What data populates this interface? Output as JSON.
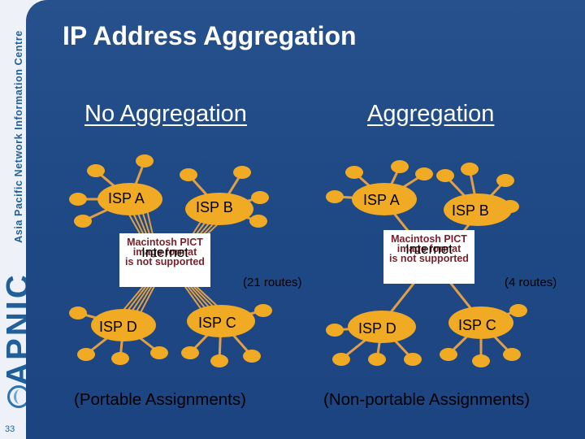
{
  "sidebar": {
    "org_name": "Asia Pacific Network Information Centre",
    "logo_text": "APNIC",
    "page_number": "33"
  },
  "title": "IP Address Aggregation",
  "left": {
    "heading": "No Aggregation",
    "isp_a": "ISP A",
    "isp_b": "ISP B",
    "isp_c": "ISP C",
    "isp_d": "ISP D",
    "internet": "Internet",
    "routes": "(21 routes)",
    "caption": "(Portable Assignments)"
  },
  "right": {
    "heading": "Aggregation",
    "isp_a": "ISP A",
    "isp_b": "ISP B",
    "isp_c": "ISP C",
    "isp_d": "ISP D",
    "internet": "Internet",
    "routes": "(4 routes)",
    "caption": "(Non-portable Assignments)"
  },
  "placeholder_image": {
    "line1": "Macintosh PICT",
    "line2": "image format",
    "line3": "is not supported"
  },
  "colors": {
    "background": "#1f4a86",
    "sidebar": "#eef2f8",
    "isp_fill": "#f0aa24",
    "link_color": "#e2a046"
  }
}
